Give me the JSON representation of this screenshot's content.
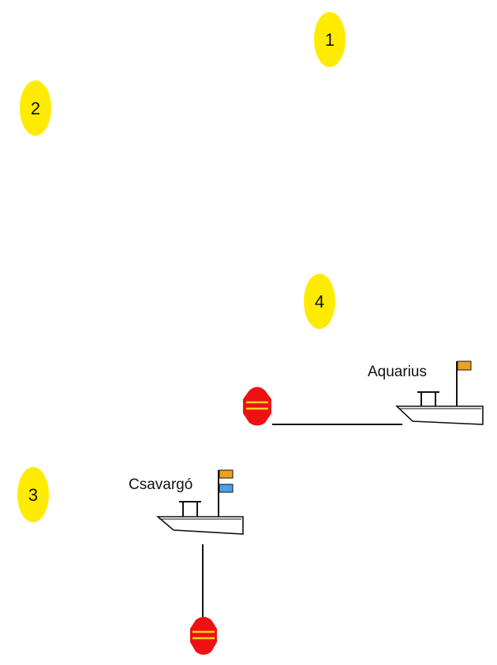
{
  "marks": [
    {
      "label": "1"
    },
    {
      "label": "2"
    },
    {
      "label": "3"
    },
    {
      "label": "4"
    }
  ],
  "boats": [
    {
      "name": "Aquarius",
      "flags": [
        "orange"
      ]
    },
    {
      "name": "Csavargó",
      "flags": [
        "orange",
        "blue"
      ]
    }
  ],
  "colors": {
    "mark": "#ffeb00",
    "buoy": "#ee1111",
    "buoy_stripe": "#ffd21a",
    "flag_orange": "#f0a020",
    "flag_blue": "#4aa3e6",
    "line": "#111111"
  }
}
